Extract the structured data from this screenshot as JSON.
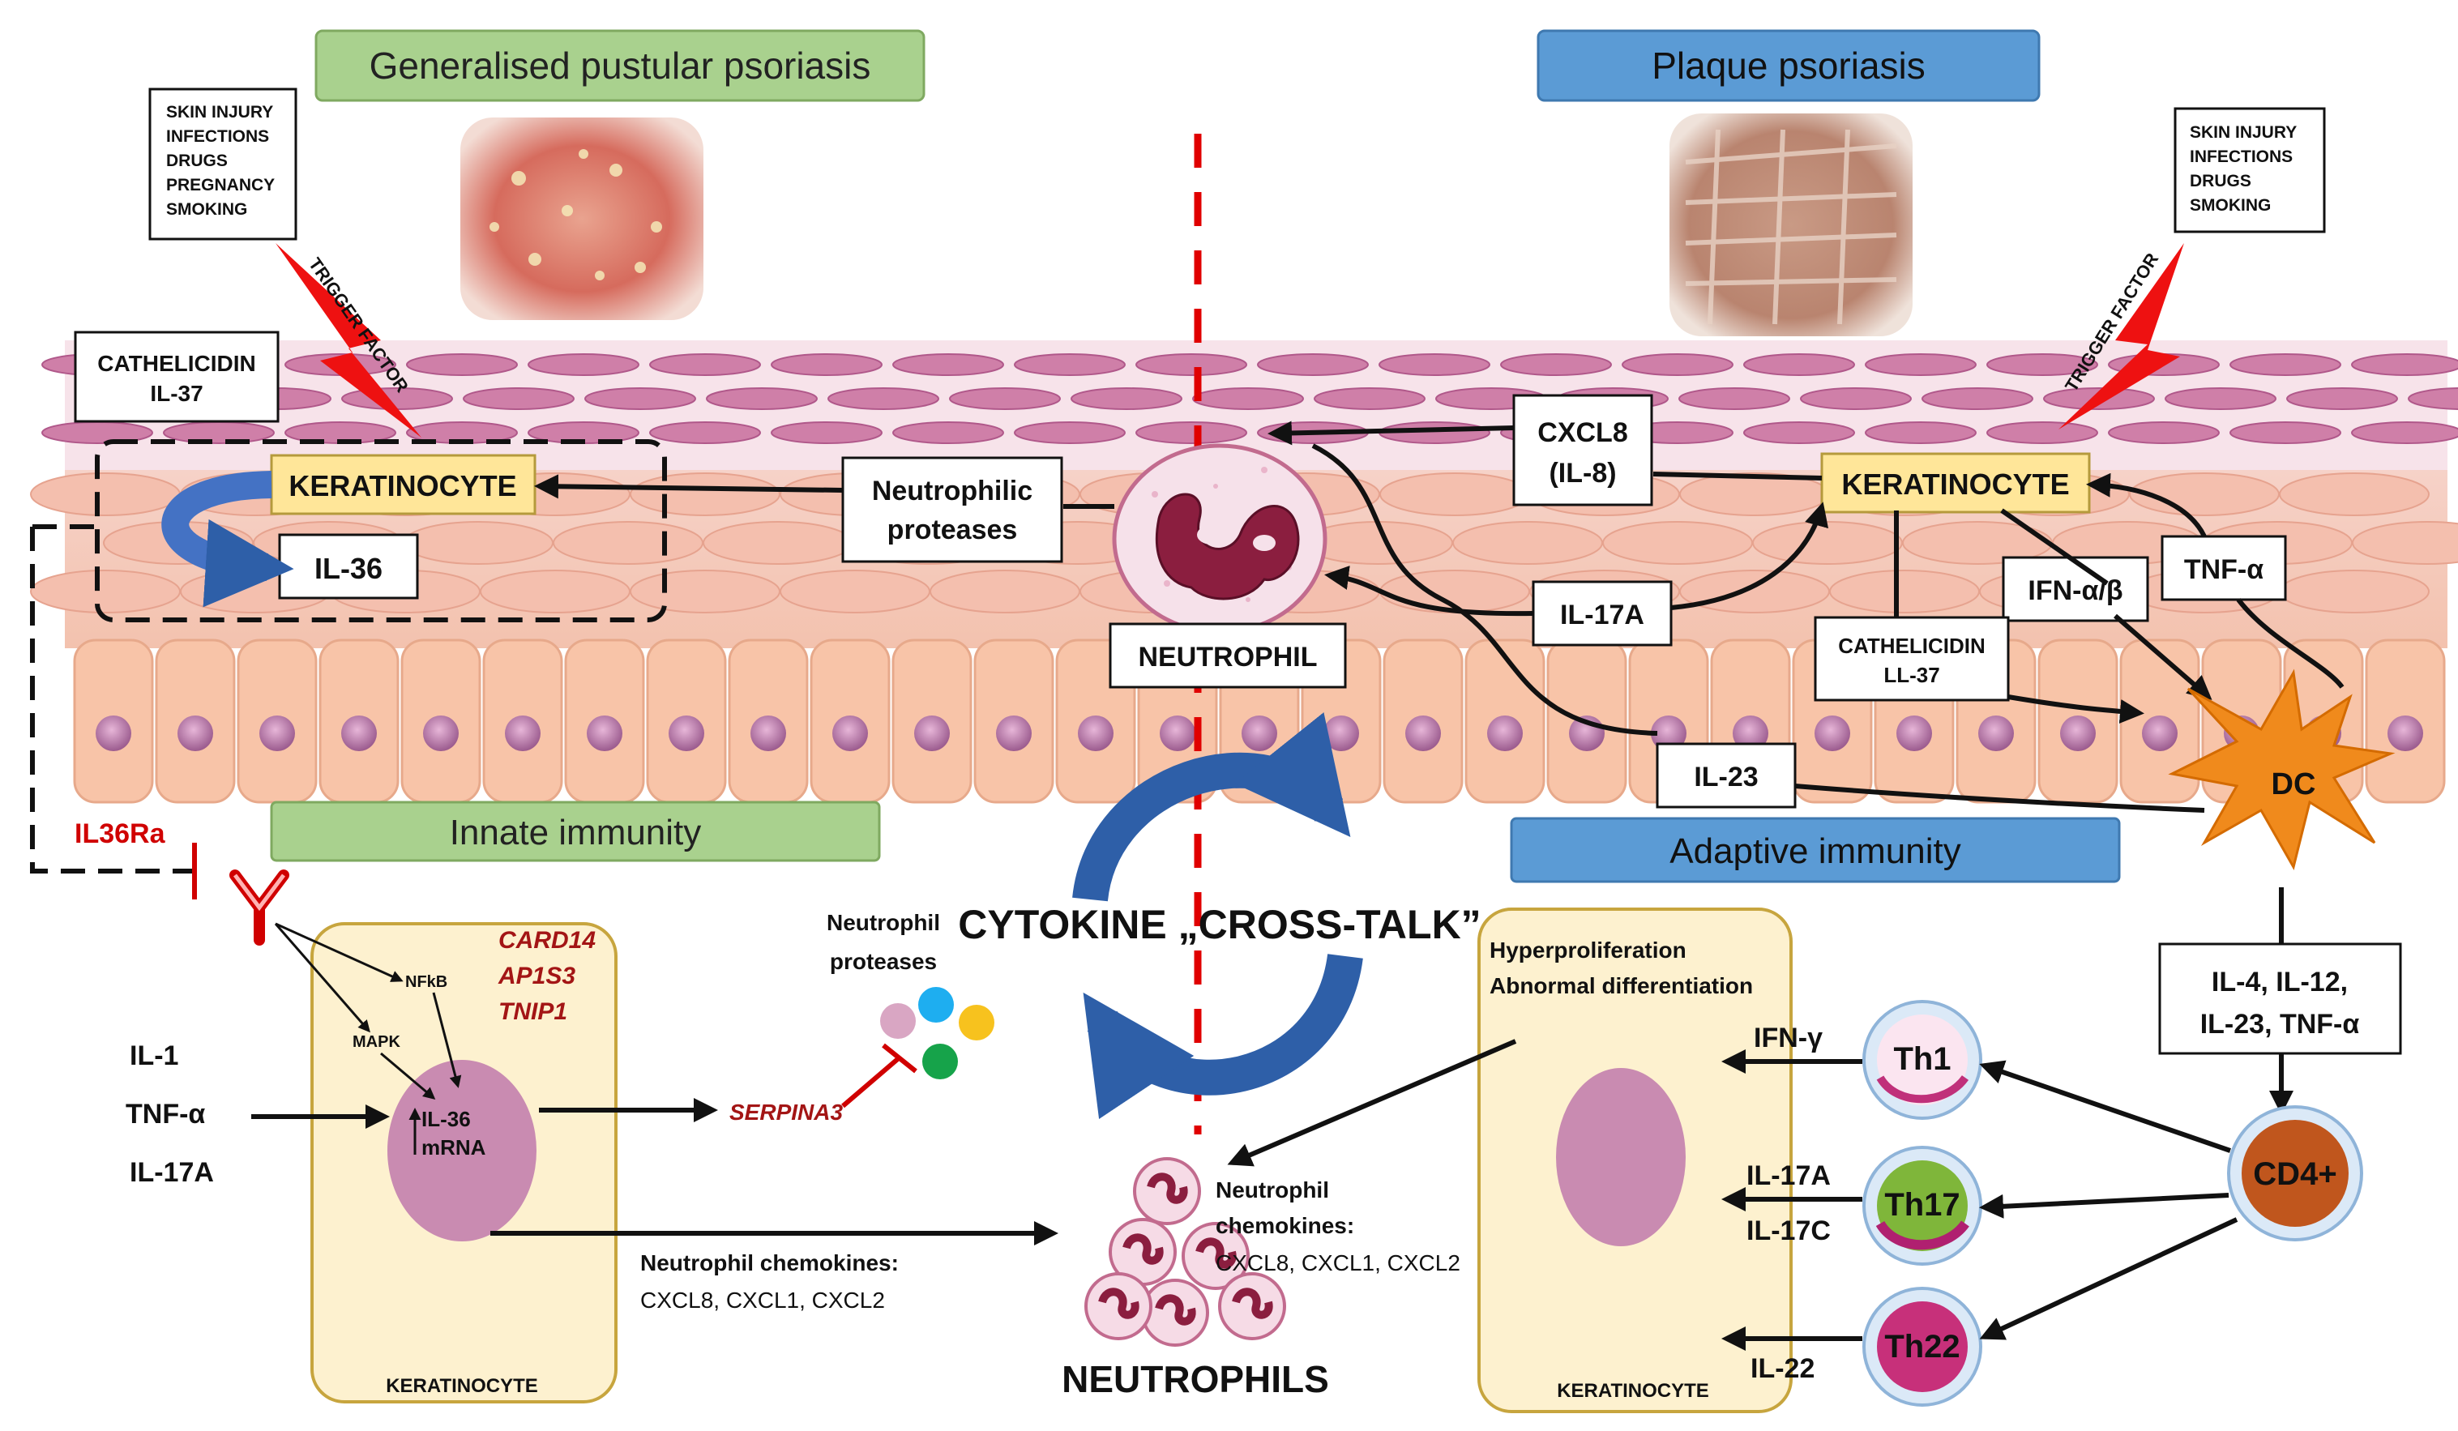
{
  "headers": {
    "gpp": "Generalised pustular psoriasis",
    "plaque": "Plaque psoriasis",
    "innate": "Innate immunity",
    "adaptive": "Adaptive immunity"
  },
  "triggers_left": [
    "SKIN INJURY",
    "INFECTIONS",
    "DRUGS",
    "PREGNANCY",
    "SMOKING"
  ],
  "triggers_right": [
    "SKIN INJURY",
    "INFECTIONS",
    "DRUGS",
    "SMOKING"
  ],
  "trigger_factor": "TRIGGER FACTOR",
  "left": {
    "cathelicidin": [
      "CATHELICIDIN",
      "IL-37"
    ],
    "keratinocyte": "KERATINOCYTE",
    "il36": "IL-36",
    "il36ra": "IL36Ra",
    "nfkb": "NFkB",
    "mapk": "MAPK",
    "genes": [
      "CARD14",
      "AP1S3",
      "TNIP1"
    ],
    "mrna": [
      "IL-36",
      "mRNA"
    ],
    "cytokines": [
      "IL-1",
      "TNF-α",
      "IL-17A"
    ],
    "serpina3": "SERPINA3",
    "neutrophil_proteases": [
      "Neutrophil",
      "proteases"
    ],
    "chemokines": [
      "Neutrophil chemokines:",
      "CXCL8, CXCL1, CXCL2"
    ],
    "cell_label": "KERATINOCYTE"
  },
  "center": {
    "neutrophilic_proteases": [
      "Neutrophilic",
      "proteases"
    ],
    "neutrophil": "NEUTROPHIL",
    "cross_talk": "CYTOKINE „CROSS-TALK”",
    "neutrophils": "NEUTROPHILS",
    "chemokines": [
      "Neutrophil",
      "chemokines:",
      "CXCL8, CXCL1, CXCL2"
    ]
  },
  "right": {
    "cxcl8": [
      "CXCL8",
      "(IL-8)"
    ],
    "keratinocyte": "KERATINOCYTE",
    "il17a": "IL-17A",
    "ifn_ab": "IFN-α/β",
    "tnf_a": "TNF-α",
    "cathelicidin": [
      "CATHELICIDIN",
      "LL-37"
    ],
    "il23": "IL-23",
    "dc": "DC",
    "il_mix": [
      "IL-4, IL-12,",
      "IL-23, TNF-α"
    ],
    "hyper": [
      "Hyperproliferation",
      "Abnormal differentiation"
    ],
    "cd4": "CD4+",
    "th1": "Th1",
    "th17": "Th17",
    "th22": "Th22",
    "ifn_g": "IFN-γ",
    "il17": [
      "IL-17A",
      "IL-17C"
    ],
    "il22": "IL-22",
    "cell_label": "KERATINOCYTE"
  },
  "colors": {
    "green_header": "#a9d18e",
    "blue_header": "#5b9bd5",
    "keratinocyte_box": "#ffe699",
    "cell_fill": "#fdf1cf",
    "nucleus": "#c98bb1",
    "red": "#e00000",
    "dark_red": "#a31515",
    "cross_blue": "#2e5fa8"
  }
}
